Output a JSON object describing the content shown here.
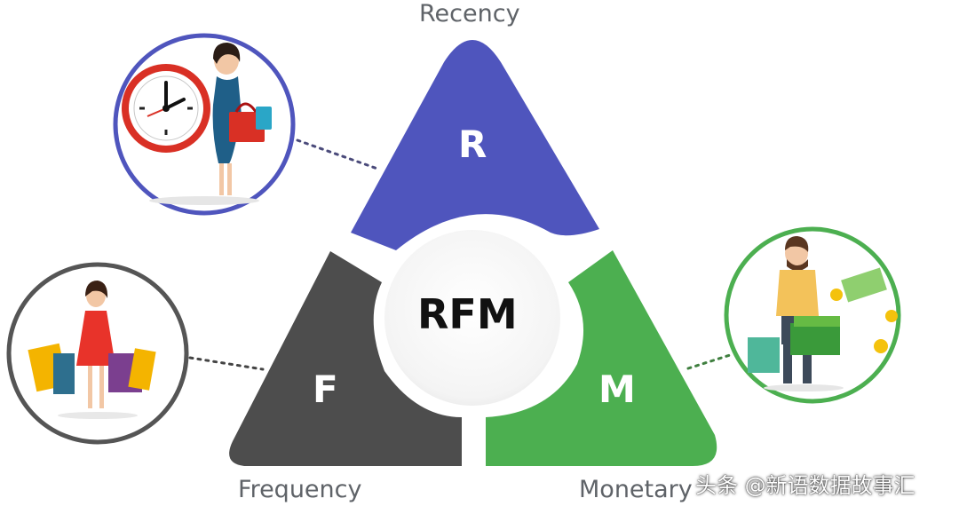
{
  "diagram": {
    "labels": {
      "recency": "Recency",
      "frequency": "Frequency",
      "monetary": "Monetary"
    },
    "letters": {
      "r": "R",
      "f": "F",
      "m": "M"
    },
    "center": "RFM",
    "colors": {
      "recency": "#4f55bd",
      "frequency": "#4d4d4d",
      "monetary": "#4caf50",
      "frequency_ring": "#555555"
    }
  },
  "watermark": "头条 @新语数据故事汇"
}
